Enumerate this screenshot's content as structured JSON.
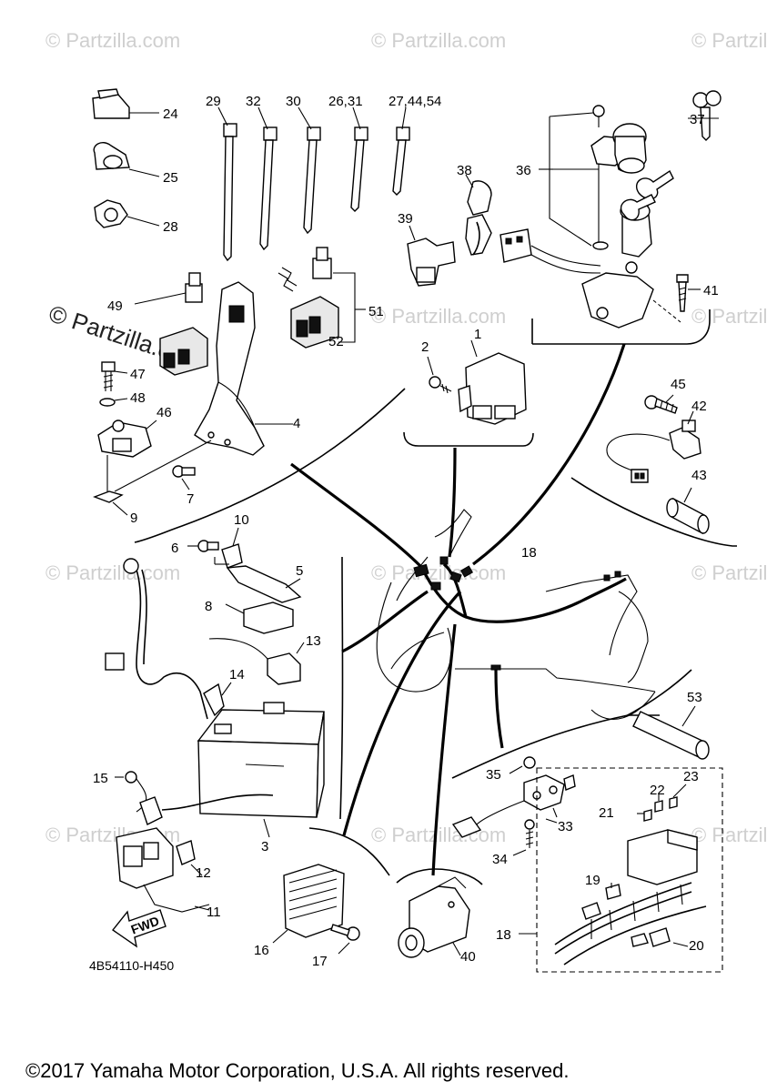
{
  "diagram": {
    "watermark": "© Partzilla.com",
    "drawing_code": "4B54110-H450",
    "fwd_label": "FWD",
    "copyright": "©2017 Yamaha Motor Corporation, U.S.A. All rights reserved."
  },
  "callouts": [
    "1",
    "2",
    "3",
    "4",
    "5",
    "6",
    "7",
    "8",
    "9",
    "10",
    "11",
    "12",
    "13",
    "14",
    "15",
    "16",
    "17",
    "18",
    "18",
    "19",
    "20",
    "21",
    "22",
    "23",
    "24",
    "25",
    "26,31",
    "27,44,54",
    "28",
    "29",
    "30",
    "32",
    "33",
    "34",
    "35",
    "36",
    "37",
    "38",
    "39",
    "40",
    "41",
    "42",
    "43",
    "45",
    "46",
    "47",
    "48",
    "49",
    "51",
    "52",
    "53"
  ]
}
